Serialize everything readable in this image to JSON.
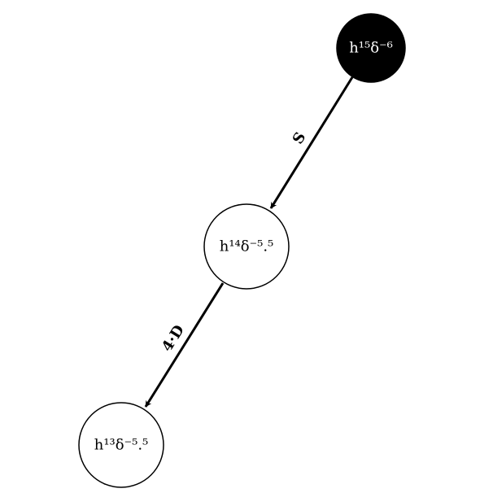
{
  "nodes": [
    {
      "id": "n1",
      "label": "h¹⁵δ⁻⁶",
      "fill": "#000000",
      "text_color": "#ffffff"
    },
    {
      "id": "n2",
      "label": "h¹⁴δ⁻⁵.⁵",
      "fill": "#ffffff",
      "text_color": "#000000"
    },
    {
      "id": "n3",
      "label": "h¹³δ⁻⁵.⁵",
      "fill": "#ffffff",
      "text_color": "#000000"
    }
  ],
  "edges": [
    {
      "from": "n1",
      "to": "n2",
      "label": "S"
    },
    {
      "from": "n2",
      "to": "n3",
      "label": "4·D"
    }
  ],
  "colors": {
    "stroke": "#000000",
    "background": "#ffffff"
  }
}
